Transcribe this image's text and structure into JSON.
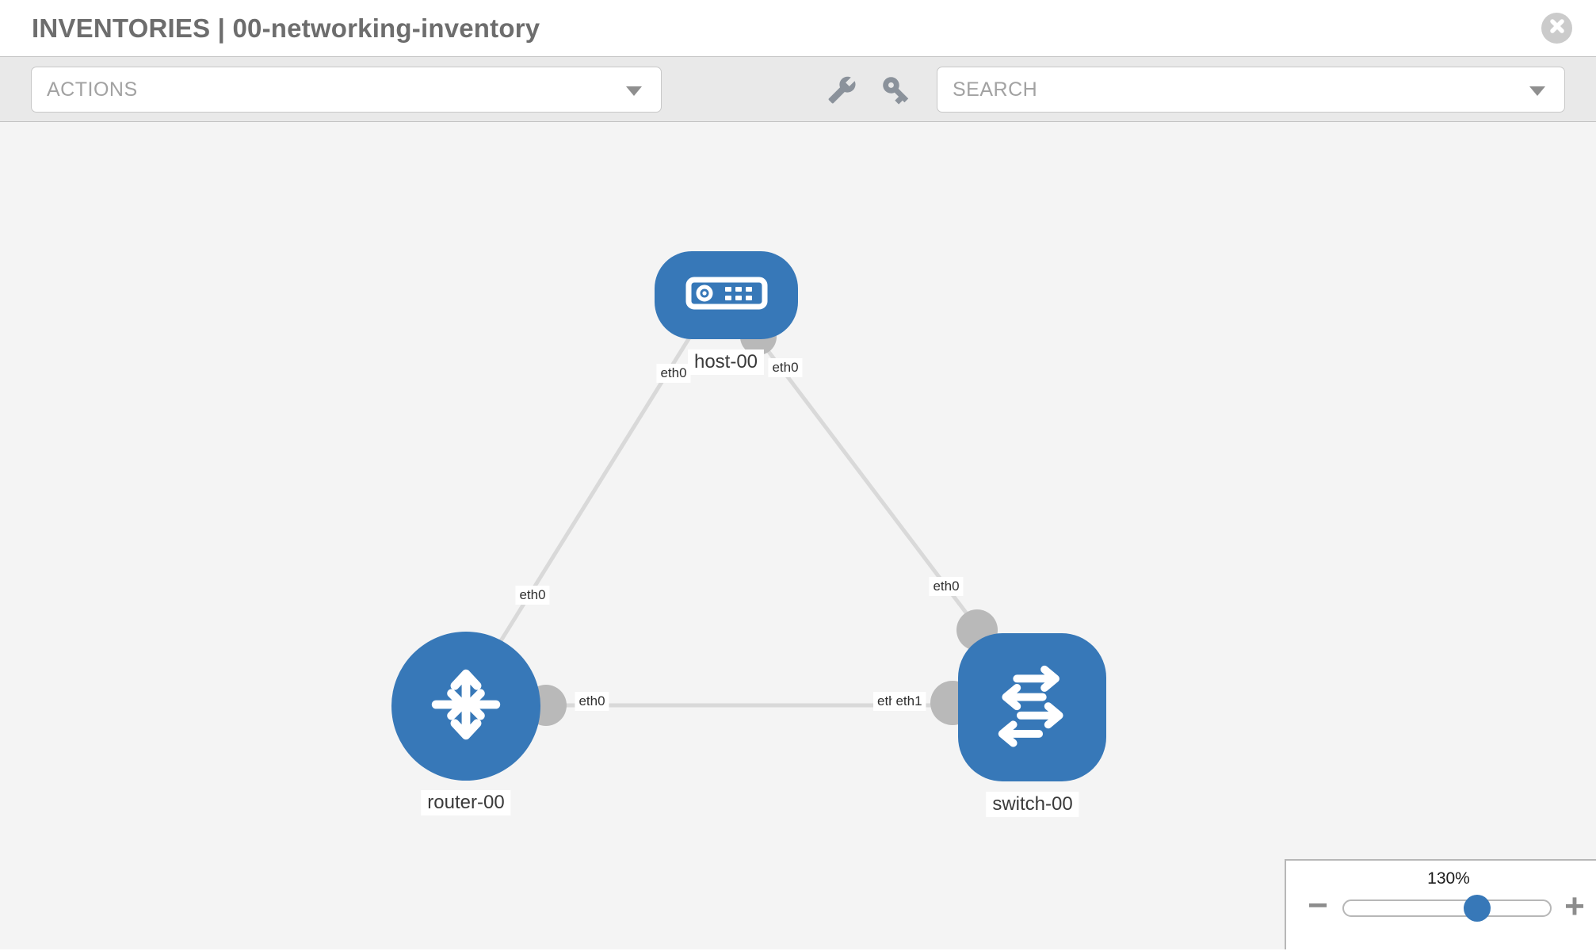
{
  "header": {
    "title": "INVENTORIES | 00-networking-inventory"
  },
  "toolbar": {
    "actions_label": "ACTIONS",
    "search_label": "SEARCH",
    "tools": [
      "wrench",
      "key"
    ]
  },
  "topology": {
    "nodes": [
      {
        "id": "host-00",
        "type": "host",
        "label": "host-00"
      },
      {
        "id": "router-00",
        "type": "router",
        "label": "router-00"
      },
      {
        "id": "switch-00",
        "type": "switch",
        "label": "switch-00"
      }
    ],
    "links": [
      {
        "source": "host-00",
        "source_interface": "eth0",
        "target": "router-00",
        "target_interface": "eth0"
      },
      {
        "source": "host-00",
        "source_interface": "eth0",
        "target": "switch-00",
        "target_interface": "eth0"
      },
      {
        "source": "router-00",
        "source_interface": "eth0",
        "target": "switch-00",
        "target_interface": "eth1"
      }
    ],
    "labels": {
      "switch_if_left_hidden": "eth0"
    }
  },
  "zoom_control": {
    "level": "130%",
    "minus": "−",
    "plus": "+"
  },
  "colors": {
    "node_blue": "#3778b8",
    "connector_gray": "#b9b9b9",
    "link_gray": "#d9d9d9",
    "canvas_bg": "#f4f4f4",
    "toolbar_bg": "#e9e9e9"
  }
}
